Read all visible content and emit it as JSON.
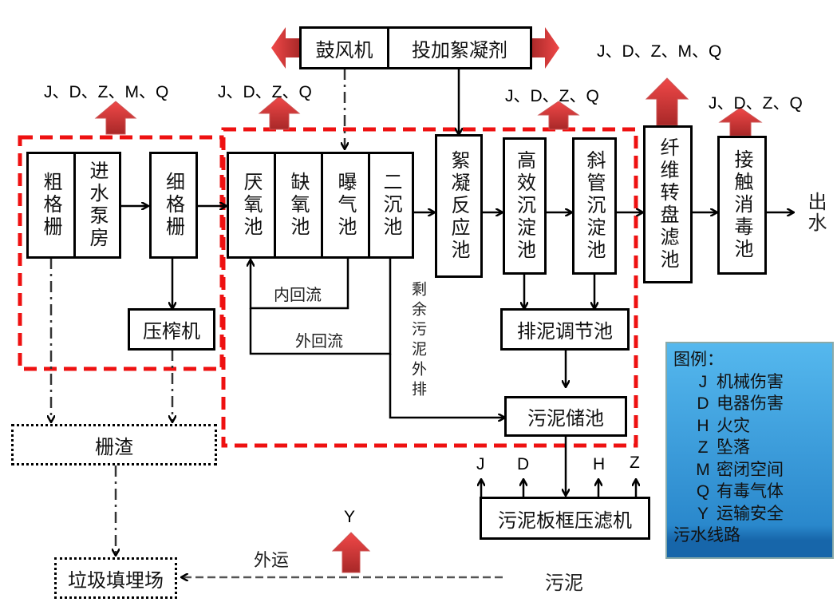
{
  "top": {
    "blower": "鼓风机",
    "flocculant": "投加絮凝剂"
  },
  "units": {
    "coarse_screen": "粗格栅",
    "pump_house": "进水泵房",
    "fine_screen": "细格栅",
    "press": "压榨机",
    "anaerobic": "厌氧池",
    "anoxic": "缺氧池",
    "aeration": "曝气池",
    "secondary": "二沉池",
    "flocc_tank": "絮凝反应池",
    "hi_sediment": "高效沉淀池",
    "incline_sediment": "斜管沉淀池",
    "fiber_filter": "纤维转盘滤池",
    "disinfect": "接触消毒池",
    "sludge_adjust": "排泥调节池",
    "sludge_store": "污泥储池",
    "filter_press": "污泥板框压滤机",
    "screenings": "栅渣",
    "landfill": "垃圾填埋场"
  },
  "labels": {
    "outflow": "出水",
    "inner_return": "内回流",
    "outer_return": "外回流",
    "excess_sludge": "剩余污泥外排",
    "transport": "外运",
    "sludge": "污泥"
  },
  "risks": {
    "screen_group": "J、D、Z、M、Q",
    "bio_group": "J、D、Z、Q",
    "sediment_group": "J、D、Z、Q",
    "fiber_filter": "J、D、Z、M、Q",
    "disinfect": "J、D、Z、Q",
    "transport": "Y",
    "press_risks": [
      "J",
      "D",
      "H",
      "Z"
    ]
  },
  "legend": {
    "title": "图例：",
    "items": [
      {
        "code": "J",
        "label": "机械伤害"
      },
      {
        "code": "D",
        "label": "电器伤害"
      },
      {
        "code": "H",
        "label": "火灾"
      },
      {
        "code": "Z",
        "label": "坠落"
      },
      {
        "code": "M",
        "label": "密闭空间"
      },
      {
        "code": "Q",
        "label": "有毒气体"
      },
      {
        "code": "Y",
        "label": "运输安全"
      }
    ],
    "footer": "污水线路"
  },
  "colors": {
    "hazard_arrow": "#e23a3a",
    "zone_dash": "#ee1111",
    "legend_bg": "#3a9ede"
  }
}
